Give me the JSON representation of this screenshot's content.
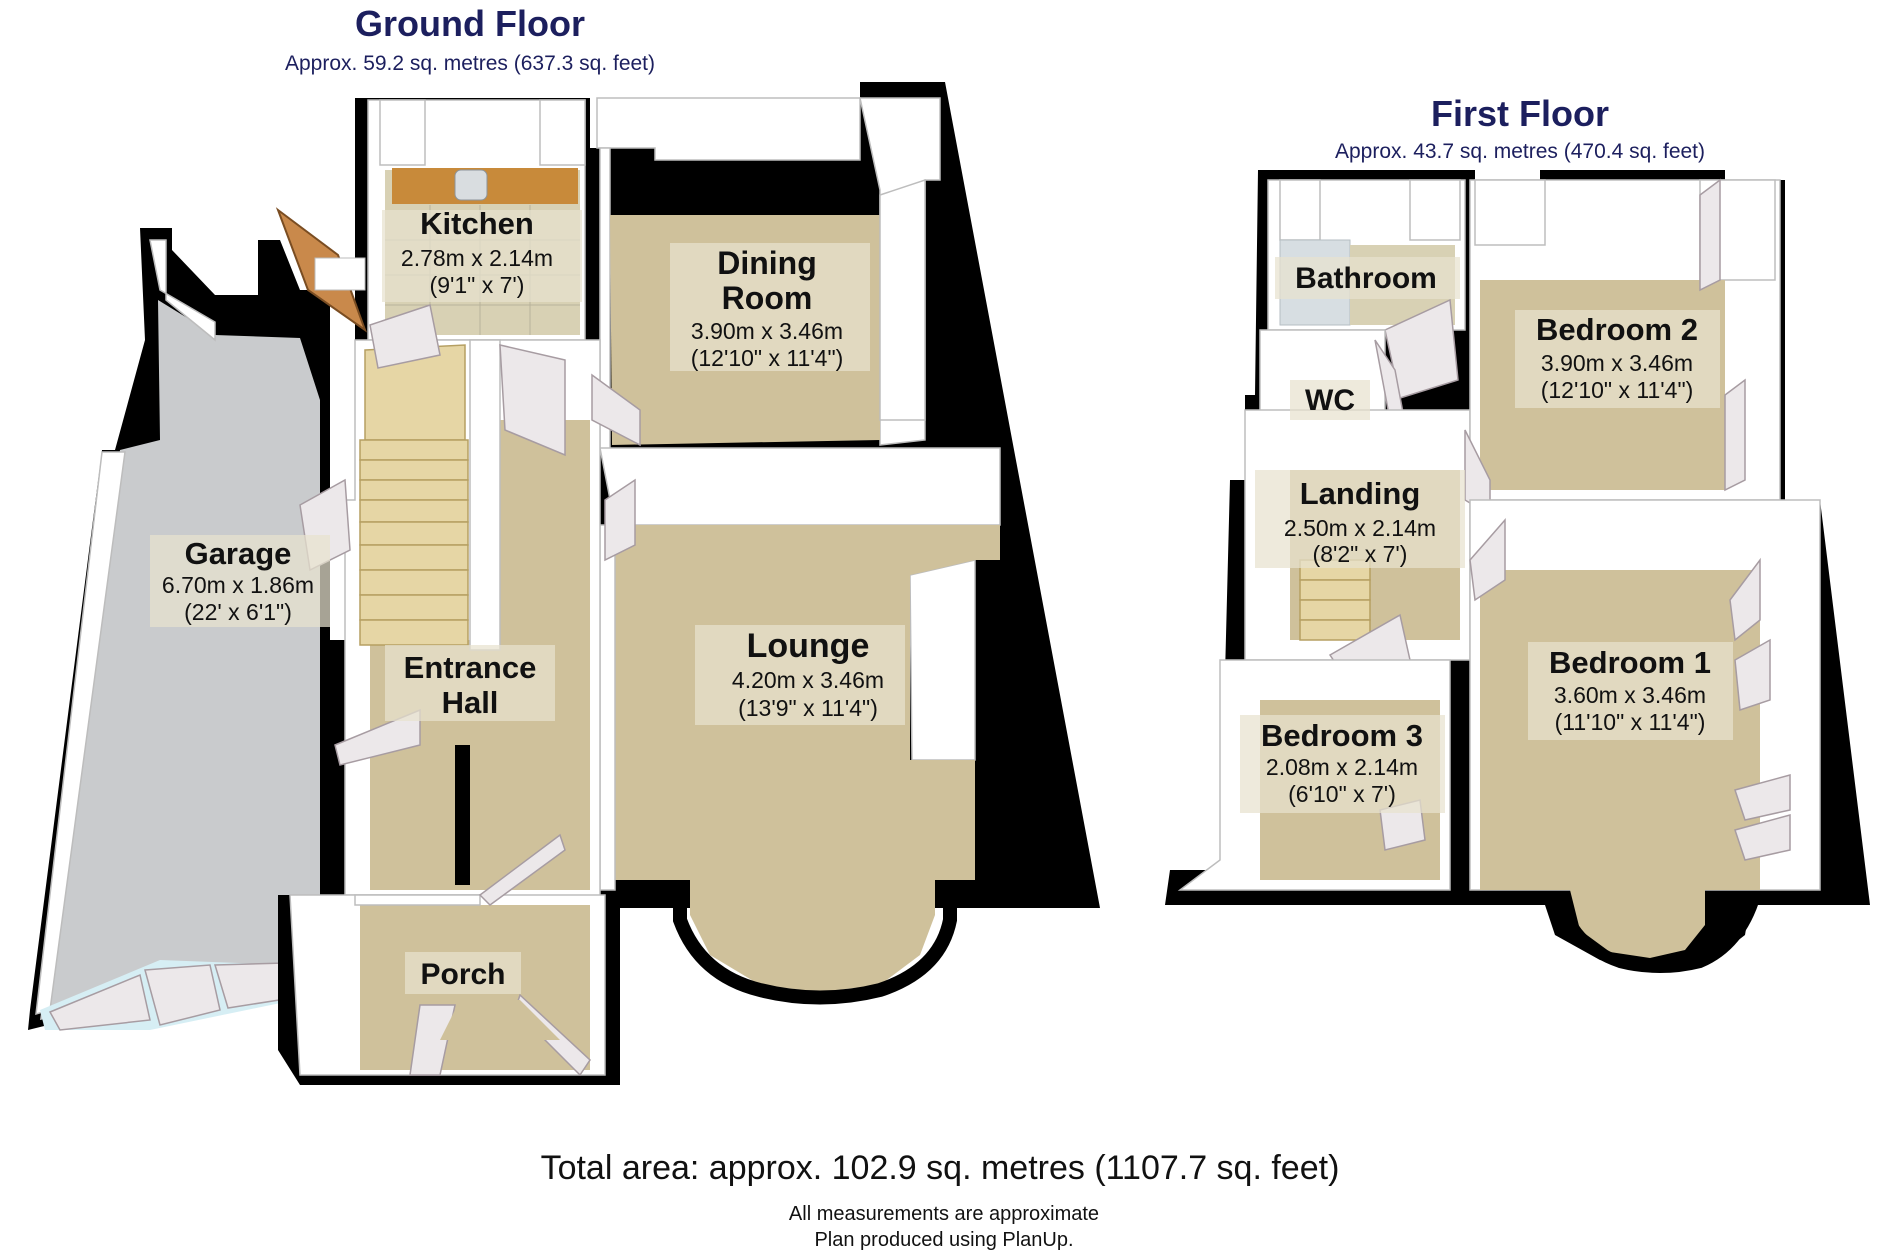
{
  "ground_floor": {
    "title": "Ground Floor",
    "area": "Approx. 59.2 sq. metres (637.3 sq. feet)",
    "rooms": {
      "kitchen": {
        "name": "Kitchen",
        "metric": "2.78m x 2.14m",
        "imperial": "(9'1\" x 7')"
      },
      "dining": {
        "name_line1": "Dining",
        "name_line2": "Room",
        "metric": "3.90m x 3.46m",
        "imperial": "(12'10\" x 11'4\")"
      },
      "garage": {
        "name": "Garage",
        "metric": "6.70m x 1.86m",
        "imperial": "(22' x 6'1\")"
      },
      "hall": {
        "name_line1": "Entrance",
        "name_line2": "Hall"
      },
      "lounge": {
        "name": "Lounge",
        "metric": "4.20m x 3.46m",
        "imperial": "(13'9\" x 11'4\")"
      },
      "porch": {
        "name": "Porch"
      }
    }
  },
  "first_floor": {
    "title": "First Floor",
    "area": "Approx. 43.7 sq. metres (470.4 sq. feet)",
    "rooms": {
      "bathroom": {
        "name": "Bathroom"
      },
      "wc": {
        "name": "WC"
      },
      "landing": {
        "name": "Landing",
        "metric": "2.50m x 2.14m",
        "imperial": "(8'2\" x 7')"
      },
      "bedroom2": {
        "name": "Bedroom 2",
        "metric": "3.90m x 3.46m",
        "imperial": "(12'10\" x 11'4\")"
      },
      "bedroom1": {
        "name": "Bedroom 1",
        "metric": "3.60m x 3.46m",
        "imperial": "(11'10\" x 11'4\")"
      },
      "bedroom3": {
        "name": "Bedroom 3",
        "metric": "2.08m x 2.14m",
        "imperial": "(6'10\" x 7')"
      }
    }
  },
  "footer": {
    "total": "Total area: approx. 102.9 sq. metres (1107.7 sq. feet)",
    "note1": "All measurements are approximate",
    "note2": "Plan produced using PlanUp."
  },
  "colors": {
    "title": "#1c1f5e",
    "wall": "#000000",
    "carpet": "#cfc19b",
    "floor_concrete": "#c9cbcd",
    "door": "#ece8ea",
    "stairs": "#e6d6a5"
  }
}
